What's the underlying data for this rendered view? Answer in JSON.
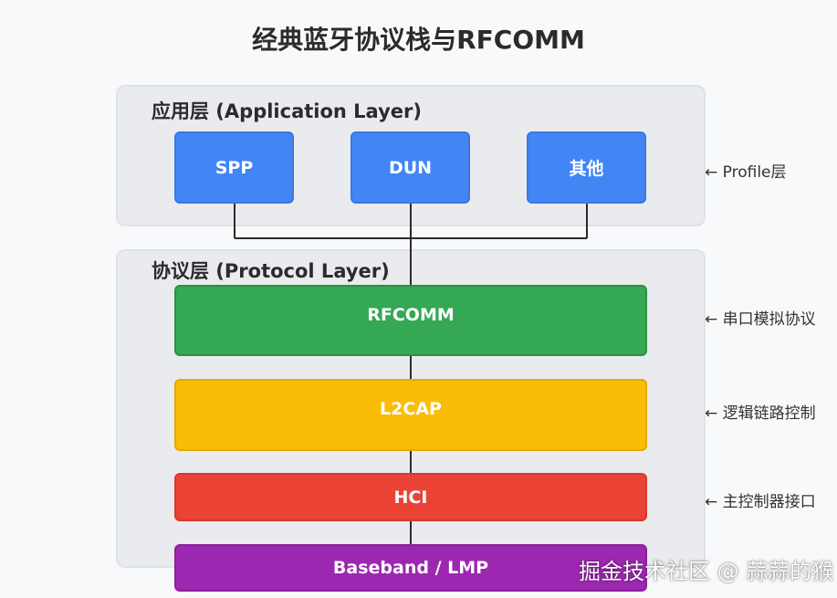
{
  "title": "经典蓝牙协议栈与RFCOMM",
  "application_layer": {
    "label": "应用层 (Application Layer)",
    "profiles": [
      "SPP",
      "DUN",
      "其他"
    ],
    "note": "← Profile层"
  },
  "protocol_layer": {
    "label": "协议层 (Protocol Layer)",
    "rfcomm": {
      "label": "RFCOMM",
      "note": "← 串口模拟协议"
    },
    "l2cap": {
      "label": "L2CAP",
      "note": "← 逻辑链路控制"
    },
    "hci": {
      "label": "HCI",
      "note": "← 主控制器接口"
    },
    "baseband": {
      "label": "Baseband / LMP"
    }
  },
  "watermark": "掘金技术社区 @ 蒜蒜的猴",
  "colors": {
    "profile": "#4285f4",
    "rfcomm": "#34a853",
    "l2cap": "#fbbc05",
    "hci": "#ea4335",
    "baseband": "#9c27b0",
    "panel": "#e9ebee"
  }
}
